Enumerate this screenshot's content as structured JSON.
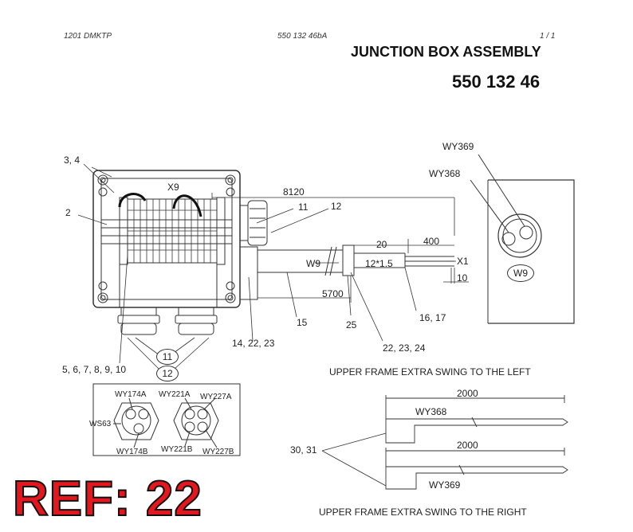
{
  "header": {
    "doc_code": "1201 DMKTP",
    "doc_number": "550 132 46bA",
    "page_indicator": "1 /  1"
  },
  "title": {
    "main": "JUNCTION BOX ASSEMBLY",
    "part_number": "550 132 46"
  },
  "callouts": {
    "c34": "3, 4",
    "c2": "2",
    "x9": "X9",
    "d8120": "8120",
    "c11a": "11",
    "c12a": "12",
    "wy369_top": "WY369",
    "wy368_top": "WY368",
    "d20": "20",
    "d400": "400",
    "w9_cable": "W9",
    "d12x15": "12*1.5",
    "x1": "X1",
    "d10": "10",
    "w9_circle": "W9",
    "d5700": "5700",
    "c15": "15",
    "c25": "25",
    "c1617": "16, 17",
    "c142223": "14, 22, 23",
    "c222324": "22, 23, 24",
    "c11b": "11",
    "c12b": "12",
    "c5to10": "5, 6, 7, 8, 9, 10"
  },
  "gland_detail": {
    "wy174a": "WY174A",
    "wy221a": "WY221A",
    "wy227a": "WY227A",
    "ws63": "WS63",
    "wy174b": "WY174B",
    "wy221b": "WY221B",
    "wy227b": "WY227B"
  },
  "swing": {
    "left_title": "UPPER FRAME EXTRA SWING TO THE LEFT",
    "d2000_a": "2000",
    "wy368": "WY368",
    "c3031": "30, 31",
    "d2000_b": "2000",
    "wy369": "WY369",
    "right_title": "UPPER FRAME EXTRA SWING TO THE RIGHT"
  },
  "ref_stamp": "REF: 22"
}
